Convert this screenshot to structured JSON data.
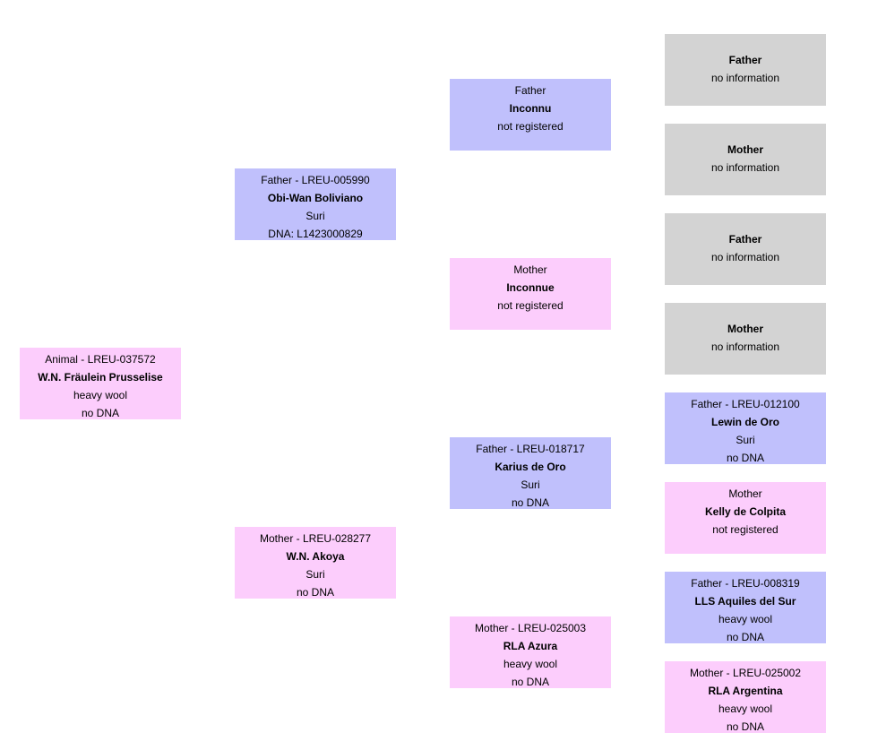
{
  "colors": {
    "male": "#c0c0fc",
    "female": "#fccdfc",
    "unknown": "#d3d3d3"
  },
  "animal": {
    "label": "Animal - LREU-037572",
    "name": "W.N. Fräulein Prusselise",
    "breed": "heavy wool",
    "dna": "no DNA"
  },
  "father": {
    "label": "Father - LREU-005990",
    "name": "Obi-Wan Boliviano",
    "breed": "Suri",
    "dna": "DNA: L1423000829"
  },
  "mother": {
    "label": "Mother - LREU-028277",
    "name": "W.N. Akoya",
    "breed": "Suri",
    "dna": "no DNA"
  },
  "father_father": {
    "label": "Father",
    "name": "Inconnu",
    "status": "not registered"
  },
  "father_mother": {
    "label": "Mother",
    "name": "Inconnue",
    "status": "not registered"
  },
  "mother_father": {
    "label": "Father - LREU-018717",
    "name": "Karius de Oro",
    "breed": "Suri",
    "dna": "no DNA"
  },
  "mother_mother": {
    "label": "Mother - LREU-025003",
    "name": "RLA Azura",
    "breed": "heavy wool",
    "dna": "no DNA"
  },
  "ff_father": {
    "label": "Father",
    "status": "no information"
  },
  "ff_mother": {
    "label": "Mother",
    "status": "no information"
  },
  "fm_father": {
    "label": "Father",
    "status": "no information"
  },
  "fm_mother": {
    "label": "Mother",
    "status": "no information"
  },
  "mf_father": {
    "label": "Father - LREU-012100",
    "name": "Lewin de Oro",
    "breed": "Suri",
    "dna": "no DNA"
  },
  "mf_mother": {
    "label": "Mother",
    "name": "Kelly de Colpita",
    "status": "not registered"
  },
  "mm_father": {
    "label": "Father - LREU-008319",
    "name": "LLS Aquiles del Sur",
    "breed": "heavy wool",
    "dna": "no DNA"
  },
  "mm_mother": {
    "label": "Mother - LREU-025002",
    "name": "RLA Argentina",
    "breed": "heavy wool",
    "dna": "no DNA"
  }
}
